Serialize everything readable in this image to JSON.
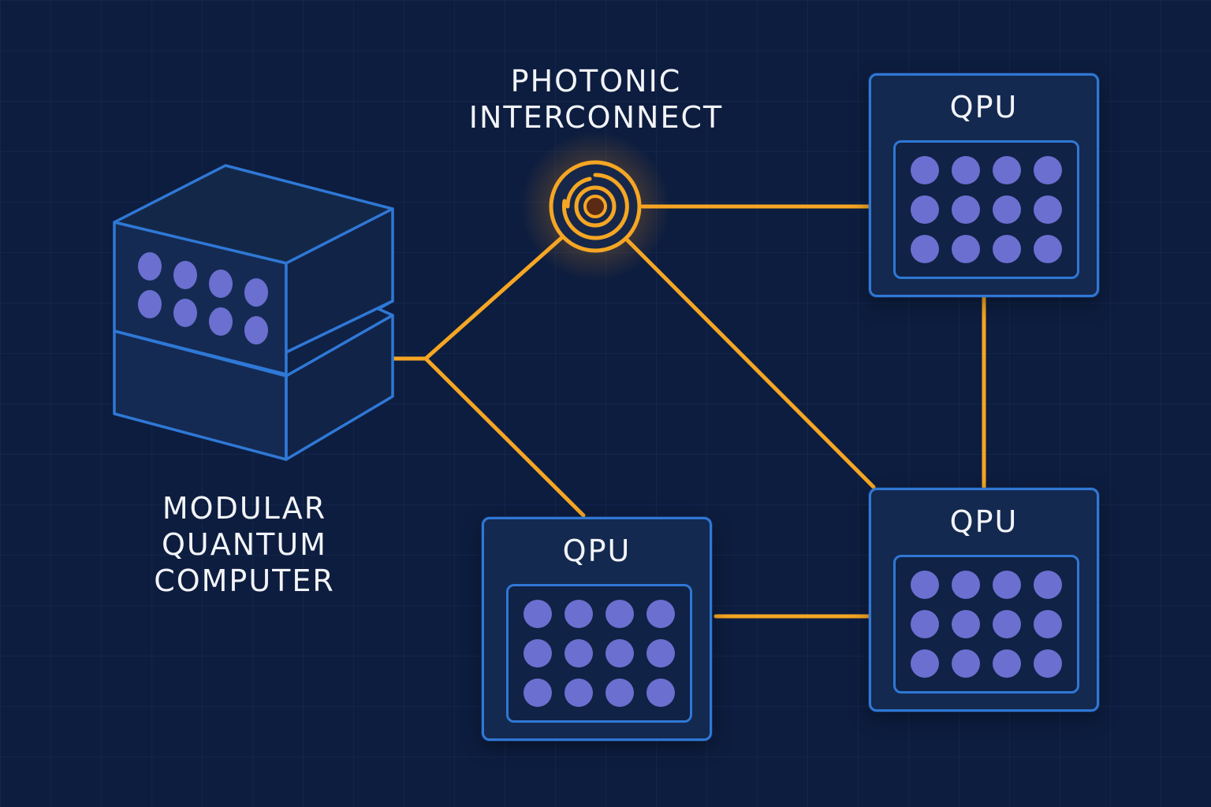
{
  "labels": {
    "photonic": [
      "PHOTONIC",
      "INTERCONNECT"
    ],
    "modular": [
      "MODULAR",
      "QUANTUM",
      "COMPUTER"
    ]
  },
  "qpus": [
    {
      "title": "QPU",
      "qubit_rows": 3,
      "qubit_cols": 4
    },
    {
      "title": "QPU",
      "qubit_rows": 3,
      "qubit_cols": 4
    },
    {
      "title": "QPU",
      "qubit_rows": 3,
      "qubit_cols": 4
    }
  ],
  "modular_computer": {
    "qubit_rows": 2,
    "qubit_cols": 4
  },
  "colors": {
    "background": "#0d1d3f",
    "outline_blue": "#2f78d6",
    "link_orange": "#f5a623",
    "qubit_purple": "#6b6fd0",
    "text": "#f2f4f8"
  },
  "icons": {
    "interconnect": "photonic-node-icon",
    "computer": "server-block-icon"
  }
}
